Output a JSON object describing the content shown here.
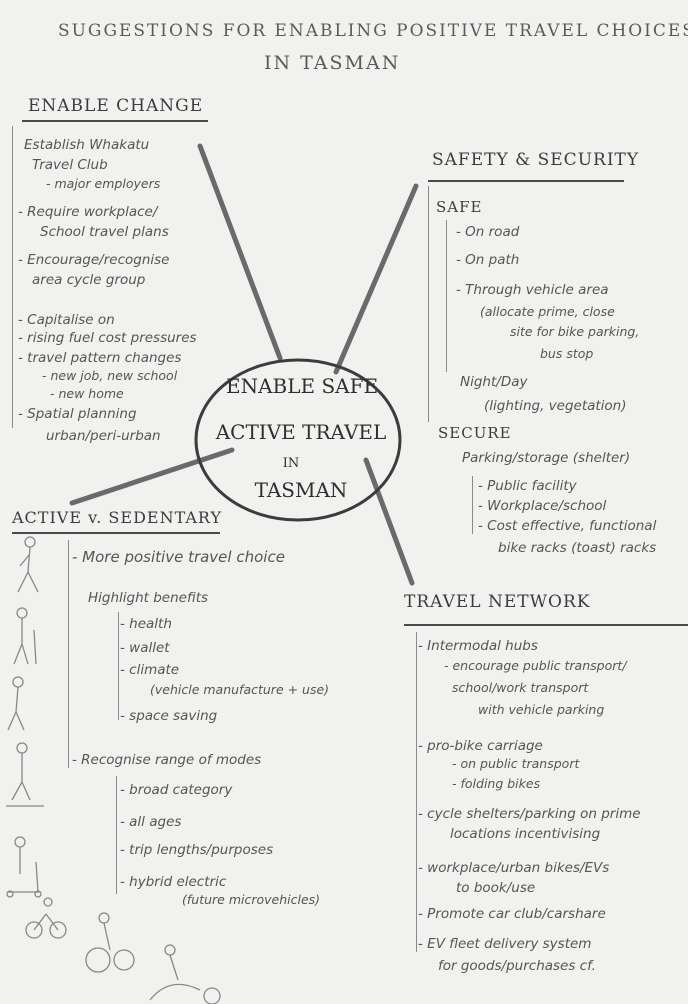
{
  "title": {
    "line1": "SUGGESTIONS FOR ENABLING POSITIVE TRAVEL CHOICES",
    "line2": "IN TASMAN"
  },
  "center": {
    "line1": "ENABLE SAFE",
    "line2": "ACTIVE TRAVEL",
    "line3": "IN",
    "line4": "TASMAN"
  },
  "enable_change": {
    "heading": "ENABLE CHANGE",
    "items": [
      "Establish Whakatu",
      "Travel Club",
      "- major employers",
      "- Require workplace/",
      "School travel plans",
      "- Encourage/recognise",
      "area cycle group",
      "- Capitalise on",
      "- rising fuel cost pressures",
      "- travel pattern changes",
      "- new job, new school",
      "- new home",
      "- Spatial planning",
      "urban/peri-urban"
    ]
  },
  "safety_security": {
    "heading": "SAFETY & SECURITY",
    "safe_label": "SAFE",
    "safe_items": [
      "- On road",
      "- On path",
      "- Through vehicle area",
      "(allocate prime, close",
      "site for bike parking,",
      "bus stop",
      "Night/Day",
      "(lighting, vegetation)"
    ],
    "secure_label": "SECURE",
    "secure_items": [
      "Parking/storage (shelter)",
      "- Public facility",
      "- Workplace/school",
      "- Cost effective, functional",
      "bike racks (toast) racks"
    ]
  },
  "active_sedentary": {
    "heading": "ACTIVE v. SEDENTARY",
    "items": [
      "- More positive travel choice",
      "Highlight benefits",
      "- health",
      "- wallet",
      "- climate",
      "(vehicle manufacture + use)",
      "- space saving",
      "- Recognise range of modes",
      "- broad category",
      "- all ages",
      "- trip lengths/purposes",
      "- hybrid electric",
      "(future microvehicles)"
    ]
  },
  "travel_network": {
    "heading": "TRAVEL NETWORK",
    "items": [
      "- Intermodal hubs",
      "- encourage public transport/",
      "school/work transport",
      "with vehicle parking",
      "- pro-bike carriage",
      "- on public transport",
      "- folding bikes",
      "- cycle shelters/parking on prime",
      "locations incentivising",
      "- workplace/urban bikes/EVs",
      "to book/use",
      "- Promote car club/carshare",
      "- EV fleet delivery system",
      "for goods/purchases cf."
    ]
  }
}
